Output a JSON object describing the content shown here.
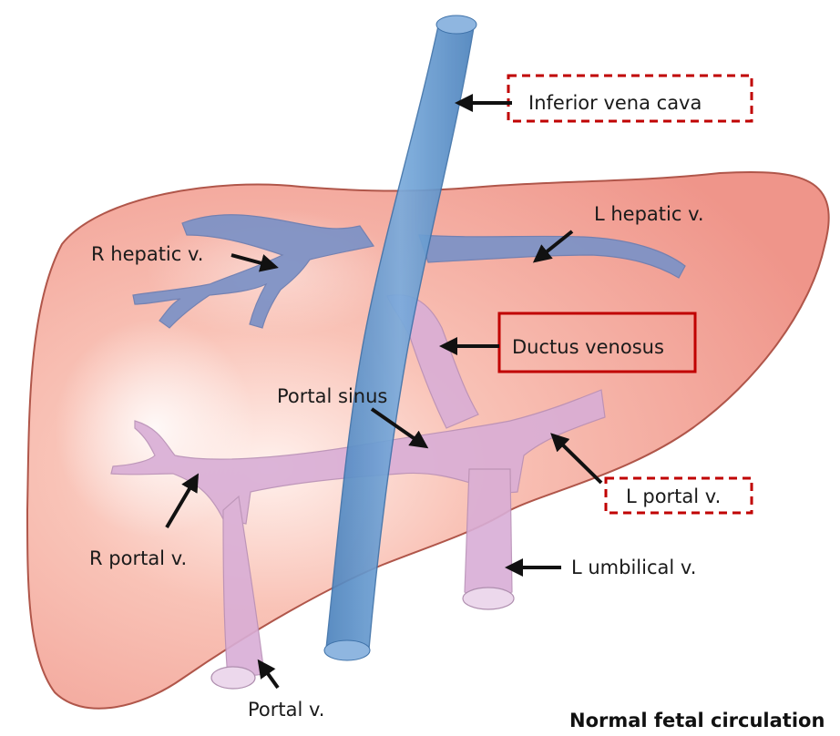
{
  "labels": {
    "ivc": "Inferior vena cava",
    "r_hepatic": "R hepatic v.",
    "l_hepatic": "L hepatic v.",
    "ductus": "Ductus venosus",
    "portal_sinus": "Portal sinus",
    "r_portal": "R portal v.",
    "l_portal": "L portal v.",
    "l_umbilical": "L umbilical v.",
    "portal_v": "Portal v."
  },
  "caption": "Normal fetal circulation",
  "colors": {
    "liver_fill": "#f4a79a",
    "liver_outline": "#b0564a",
    "vena_cava": "#5f93c9",
    "hepatic_veins": "#7f93c6",
    "portal_veins": "#d9aed6",
    "highlight_box": "#c00000",
    "arrow": "#111111"
  }
}
